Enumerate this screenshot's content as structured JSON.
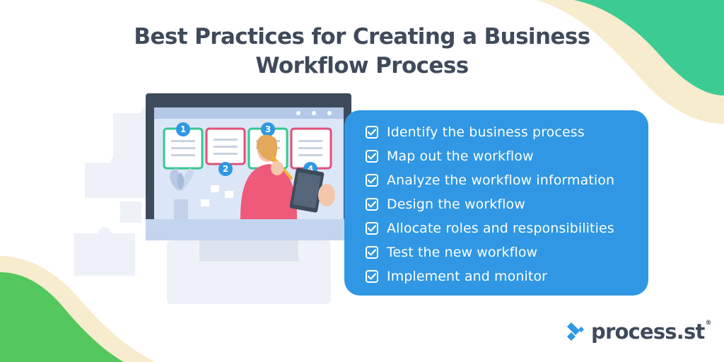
{
  "title": {
    "line1": "Best Practices for Creating a Business",
    "line2": "Workflow Process"
  },
  "steps": [
    "Identify the business process",
    "Map out the workflow",
    "Analyze the workflow information",
    "Design the workflow",
    "Allocate roles and responsibilities",
    "Test the new workflow",
    "Implement and monitor"
  ],
  "illustration": {
    "board_numbers": [
      "1",
      "2",
      "3",
      "4"
    ]
  },
  "brand": {
    "logo_text": "process",
    "logo_suffix": ".st",
    "registered_mark": "®"
  },
  "colors": {
    "accent_blue": "#2f97e4",
    "brand_green": "#36c78f",
    "title_gray": "#3f4a5a"
  },
  "icons": [
    "checkbox-icon",
    "process-st-logo-icon",
    "puzzle-icon",
    "plant-icon"
  ]
}
